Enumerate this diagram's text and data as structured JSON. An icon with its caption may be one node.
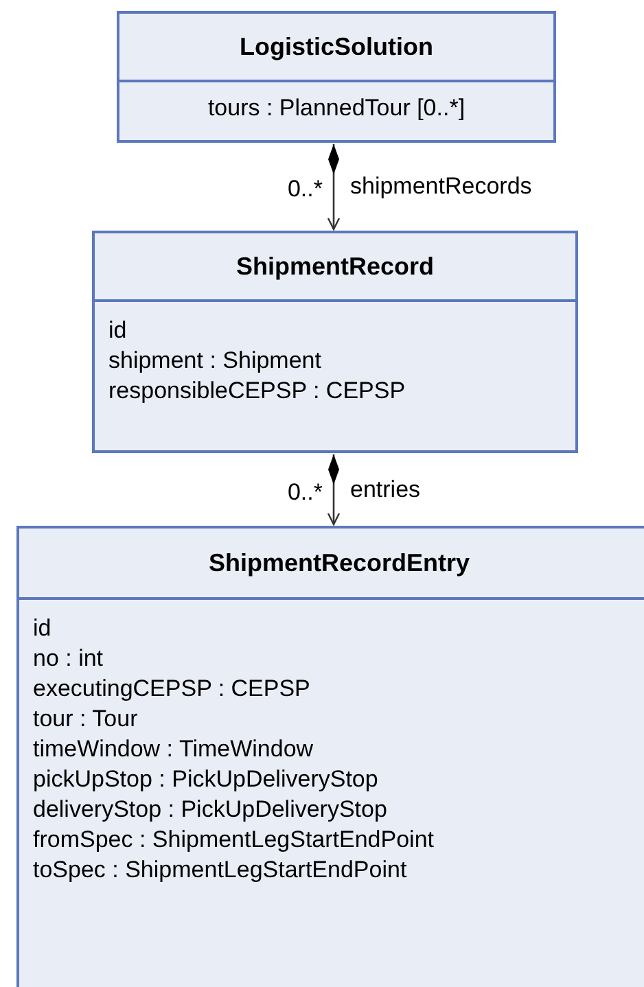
{
  "diagram": {
    "nodes": [
      {
        "text": [
          "LogisticSolution",
          "tours : PlannedTour [0..*]"
        ]
      },
      {
        "text": [
          "ShipmentRecord",
          "id",
          "shipment : Shipment",
          "responsibleCEPSP : CEPSP"
        ]
      },
      {
        "text": [
          "ShipmentRecordEntry",
          "id",
          "no : int",
          "executingCEPSP : CEPSP",
          "tour : Tour",
          "timeWindow : TimeWindow",
          "pickUpStop : PickUpDeliveryStop",
          "deliveryStop : PickUpDeliveryStop",
          "fromSpec : ShipmentLegStartEndPoint",
          "toSpec : ShipmentLegStartEndPoint"
        ]
      }
    ],
    "edges": [
      {
        "from": 0,
        "to": 1,
        "arrow": "to",
        "label": "shipmentRecords"
      },
      {
        "from": 1,
        "to": 2,
        "arrow": "to",
        "label": "entries"
      }
    ],
    "labels": [
      "0..*",
      "0..*"
    ]
  }
}
